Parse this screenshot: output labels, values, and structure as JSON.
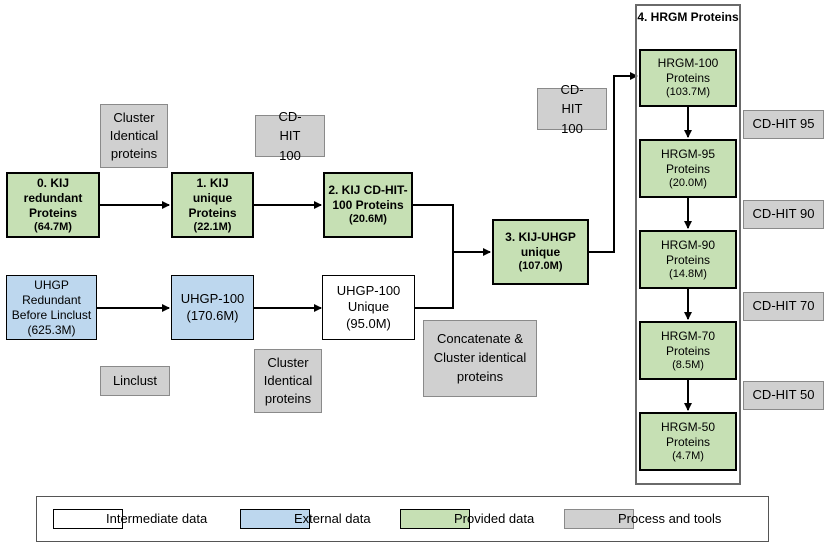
{
  "nodes": {
    "kij_redundant": {
      "title": "0. KIJ redundant Proteins",
      "count": "(64.7M)"
    },
    "kij_unique": {
      "title": "1. KIJ unique Proteins",
      "count": "(22.1M)"
    },
    "kij_cdhit": {
      "title": "2. KIJ CD-HIT-100 Proteins",
      "count": "(20.6M)"
    },
    "uhgp_redundant": {
      "title": "UHGP Redundant Before Linclust",
      "count": "(625.3M)"
    },
    "uhgp_100": {
      "title": "UHGP-100",
      "count": "(170.6M)"
    },
    "uhgp_unique": {
      "title": "UHGP-100 Unique",
      "count": "(95.0M)"
    },
    "kij_uhgp": {
      "title": "3. KIJ-UHGP unique",
      "count": "(107.0M)"
    },
    "hrgm_title": "4. HRGM Proteins",
    "hrgm_100": {
      "title": "HRGM-100 Proteins",
      "count": "(103.7M)"
    },
    "hrgm_95": {
      "title": "HRGM-95 Proteins",
      "count": "(20.0M)"
    },
    "hrgm_90": {
      "title": "HRGM-90 Proteins",
      "count": "(14.8M)"
    },
    "hrgm_70": {
      "title": "HRGM-70 Proteins",
      "count": "(8.5M)"
    },
    "hrgm_50": {
      "title": "HRGM-50 Proteins",
      "count": "(4.7M)"
    }
  },
  "processes": {
    "cluster_top": "Cluster Identical proteins",
    "cdhit_top": "CD-HIT 100",
    "cdhit_right": "CD-HIT 100",
    "linclust": "Linclust",
    "cluster_bottom": "Cluster Identical proteins",
    "concat": "Concatenate & Cluster identical proteins",
    "cdhit95": "CD-HIT 95",
    "cdhit90": "CD-HIT 90",
    "cdhit70": "CD-HIT 70",
    "cdhit50": "CD-HIT 50"
  },
  "legend": {
    "intermediate": "Intermediate data",
    "external": "External data",
    "provided": "Provided data",
    "process": "Process and tools"
  },
  "colors": {
    "provided": "#c6e0b4",
    "external": "#bdd7ee",
    "process": "#d0d0d0",
    "intermediate": "#ffffff"
  }
}
